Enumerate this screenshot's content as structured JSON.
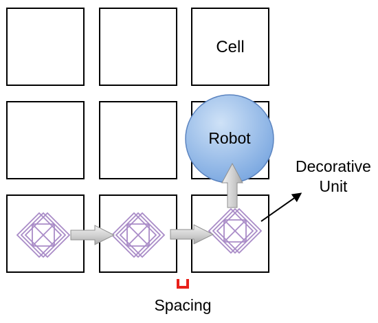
{
  "labels": {
    "cell": "Cell",
    "robot": "Robot",
    "decorative_line1": "Decorative",
    "decorative_line2": "Unit",
    "spacing": "Spacing"
  },
  "grid": {
    "rows": 3,
    "cols": 3
  },
  "colors": {
    "cell_stroke": "#000000",
    "robot_fill_light": "#cfe2f7",
    "robot_fill_dark": "#7aa7e0",
    "robot_stroke": "#5b84c0",
    "decorative_stroke": "#a98bc7",
    "arrow_fill_light": "#f2f2f2",
    "arrow_fill_dark": "#a9a9a9",
    "spacing_marker": "#e8201a"
  },
  "icons": {
    "decorative_unit": "diamond-lattice-icon",
    "move_arrow": "block-arrow-icon",
    "pointer_arrow": "pointer-arrow-icon",
    "spacing_marker": "bracket-marker-icon"
  }
}
